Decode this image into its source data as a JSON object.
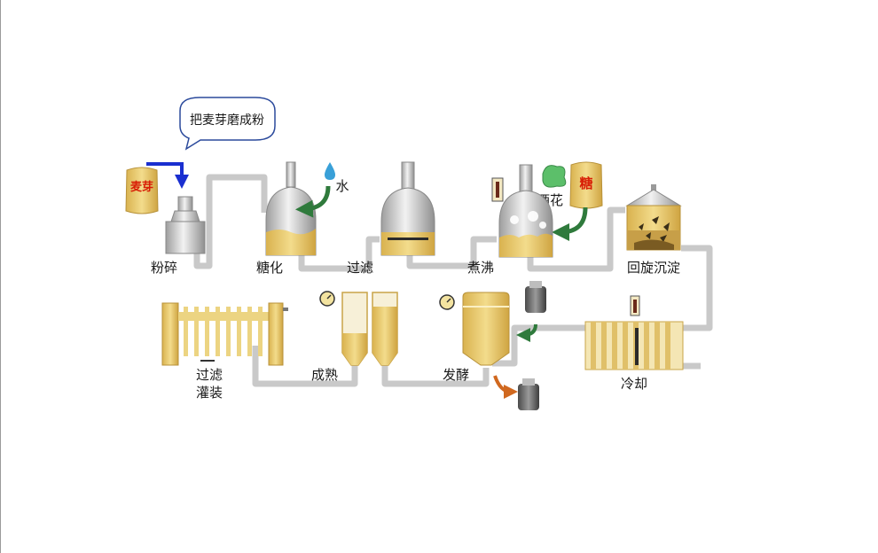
{
  "bubble_text": "把麦芽磨成粉",
  "bag_malt": "麦芽",
  "bag_sugar": "糖",
  "water_label": "水",
  "hops_label": "酒花",
  "stages": {
    "milling": "粉碎",
    "mashing": "糖化",
    "lautering": "过滤",
    "boiling": "煮沸",
    "whirlpool": "回旋沉淀",
    "cooling": "冷却",
    "fermentation": "发酵",
    "maturation": "成熟",
    "filtering": "过滤",
    "packaging": "灌装"
  },
  "colors": {
    "wort": "#e6c766",
    "wort_dark": "#c9a448",
    "steel": "#c8c8c8",
    "pipe": "#c9c9c9",
    "arrow_green": "#2f7a3c",
    "arrow_blue": "#1a2fd0",
    "arrow_orange": "#d0681f",
    "label_red": "#d81e06"
  }
}
